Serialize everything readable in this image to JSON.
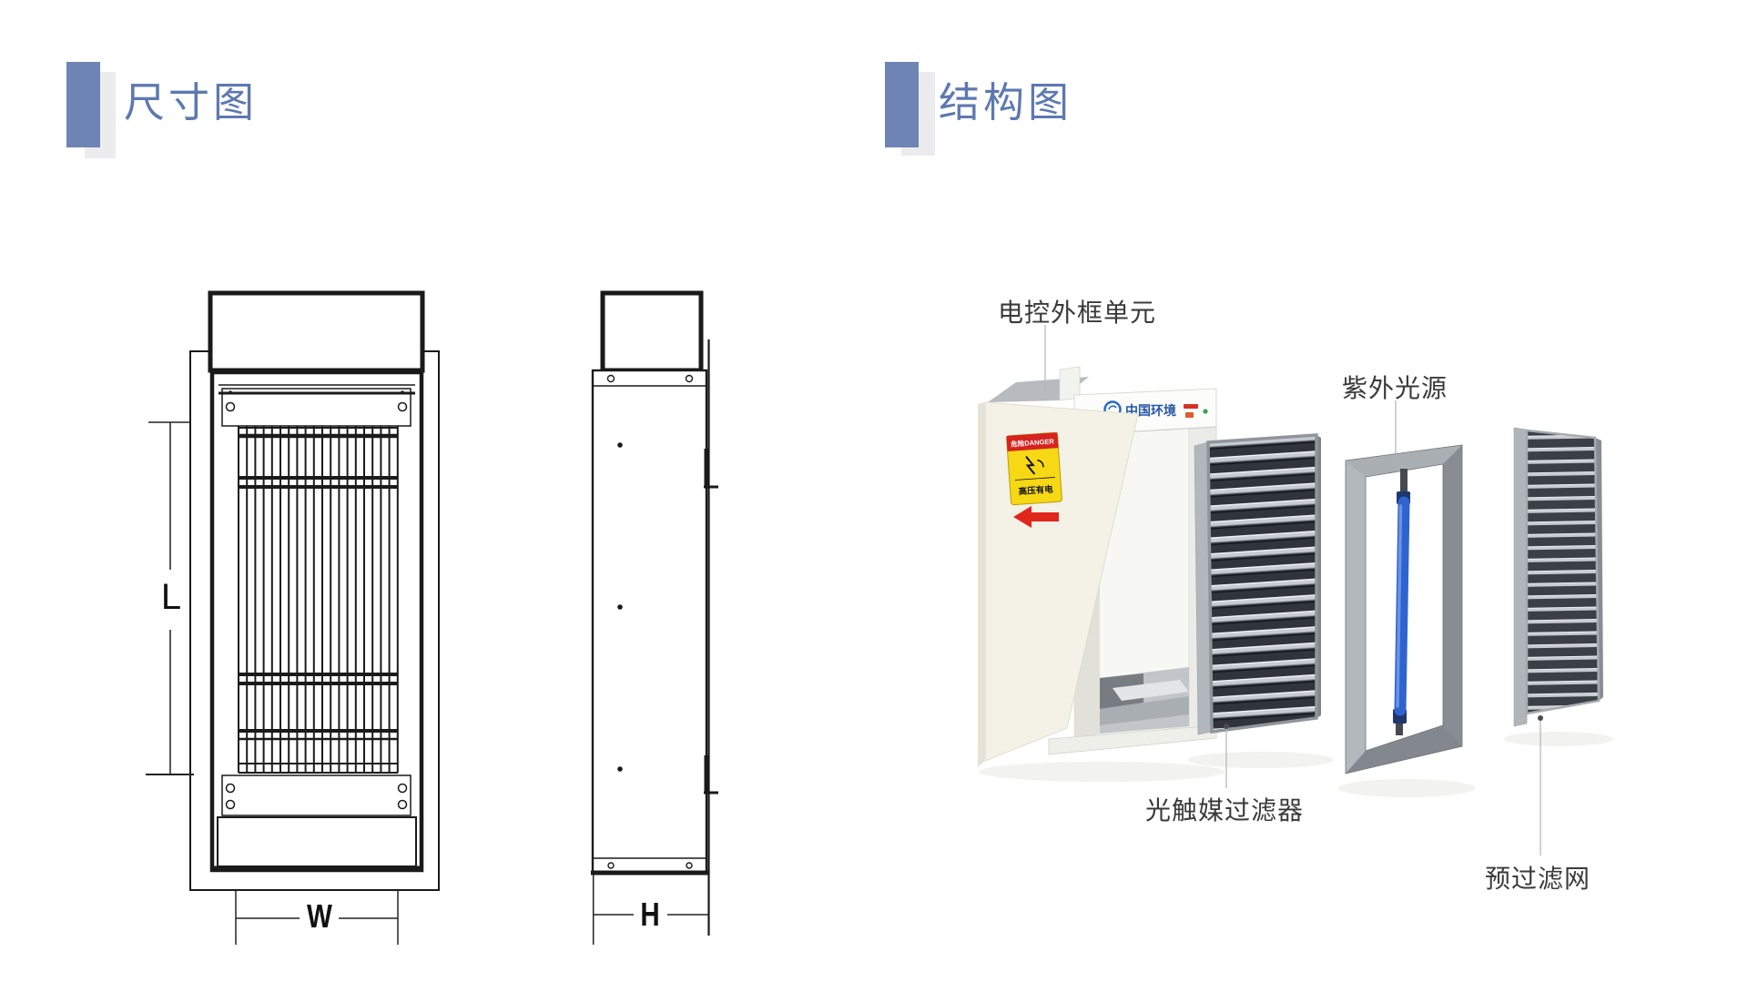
{
  "page": {
    "background_color": "#ffffff"
  },
  "dimension_section": {
    "title": "尺寸图",
    "labels": {
      "length": "L",
      "width": "W",
      "height": "H"
    }
  },
  "structure_section": {
    "title": "结构图",
    "labels": {
      "control_frame_unit": "电控外框单元",
      "uv_light_source": "紫外光源",
      "photocatalyst_filter": "光触媒过滤器",
      "pre_filter": "预过滤网"
    },
    "frame_unit": {
      "logo_text": "中国环境",
      "danger_header": "危险DANGER",
      "danger_text": "高压有电"
    }
  },
  "colors": {
    "title_accent": "#6e84b4",
    "title_text": "#5d79b0",
    "title_shadow": "#ececee",
    "label_text": "#3a3a3a",
    "line_art": "#1a1a1a",
    "leader_line": "#b3b3b3",
    "uv_tube_blue": "#2f63cf",
    "danger_yellow": "#f6d815",
    "danger_red": "#d6231f",
    "arrow_red": "#e0271c"
  }
}
